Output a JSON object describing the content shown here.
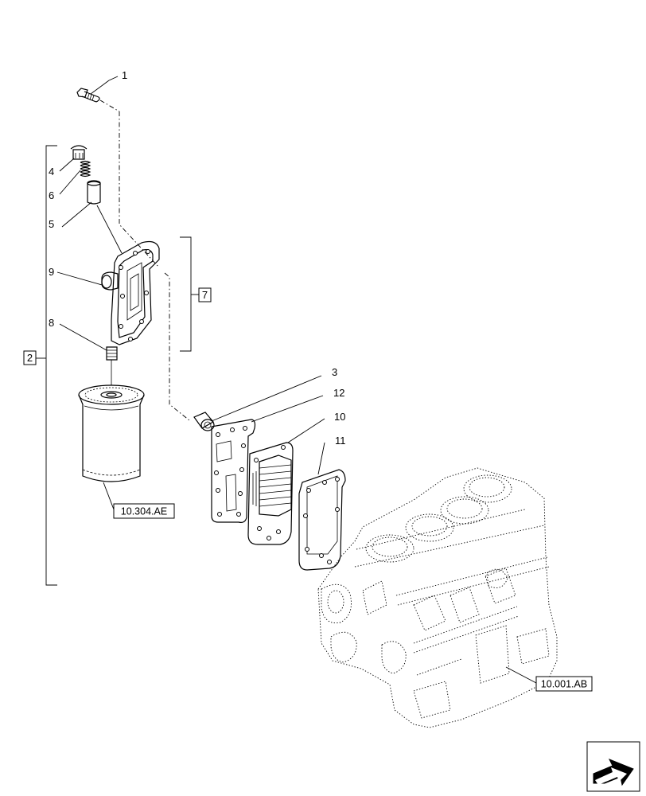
{
  "callouts": [
    {
      "id": "1",
      "text": "1"
    },
    {
      "id": "2",
      "text": "2"
    },
    {
      "id": "3",
      "text": "3"
    },
    {
      "id": "4",
      "text": "4"
    },
    {
      "id": "5",
      "text": "5"
    },
    {
      "id": "6",
      "text": "6"
    },
    {
      "id": "7",
      "text": "7"
    },
    {
      "id": "8",
      "text": "8"
    },
    {
      "id": "9",
      "text": "9"
    },
    {
      "id": "10",
      "text": "10"
    },
    {
      "id": "11",
      "text": "11"
    },
    {
      "id": "12",
      "text": "12"
    }
  ],
  "references": {
    "oil_filter": "10.304.AE",
    "engine_block": "10.001.AB"
  },
  "icons": {
    "corner_nav": "next-page-arrow-icon"
  }
}
